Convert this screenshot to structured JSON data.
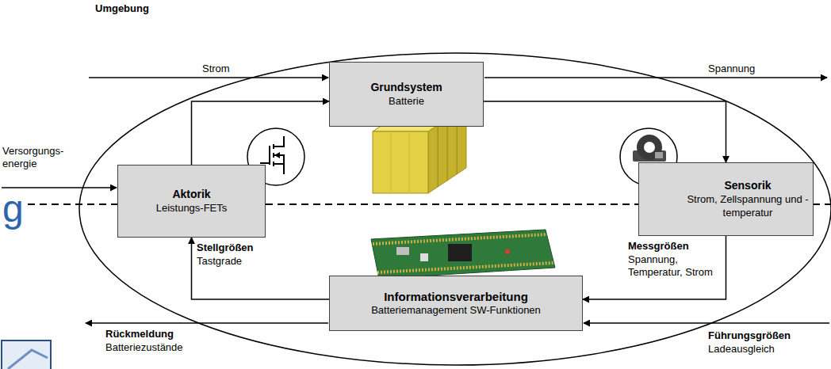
{
  "diagram": {
    "nodes": [
      {
        "text": [
          "Grundsystem",
          "Batterie"
        ]
      },
      {
        "text": [
          "Aktorik",
          "Leistungs-FETs"
        ]
      },
      {
        "text": [
          "Sensorik",
          "Strom, Zellspannung und -temperatur"
        ]
      },
      {
        "text": [
          "Informationsverarbeitung",
          "Batteriemanagement SW-Funktionen"
        ]
      }
    ],
    "edges": [
      {
        "from": 1,
        "to": 0,
        "arrow": "to"
      },
      {
        "from": 0,
        "to": 2,
        "arrow": "to"
      },
      {
        "from": 2,
        "to": 3,
        "arrow": "to"
      },
      {
        "from": 3,
        "to": 1,
        "arrow": "to"
      }
    ],
    "labels": [
      "Umgebung",
      "Strom",
      "Spannung",
      "Versorgungs- energie",
      "g",
      "Messgrößen",
      "Spannung, Temperatur, Strom",
      "Stellgrößen",
      "Tastgrade",
      "Rückmeldung",
      "Batteriezustände",
      "Führungsgrößen",
      "Ladeausgleich"
    ]
  }
}
